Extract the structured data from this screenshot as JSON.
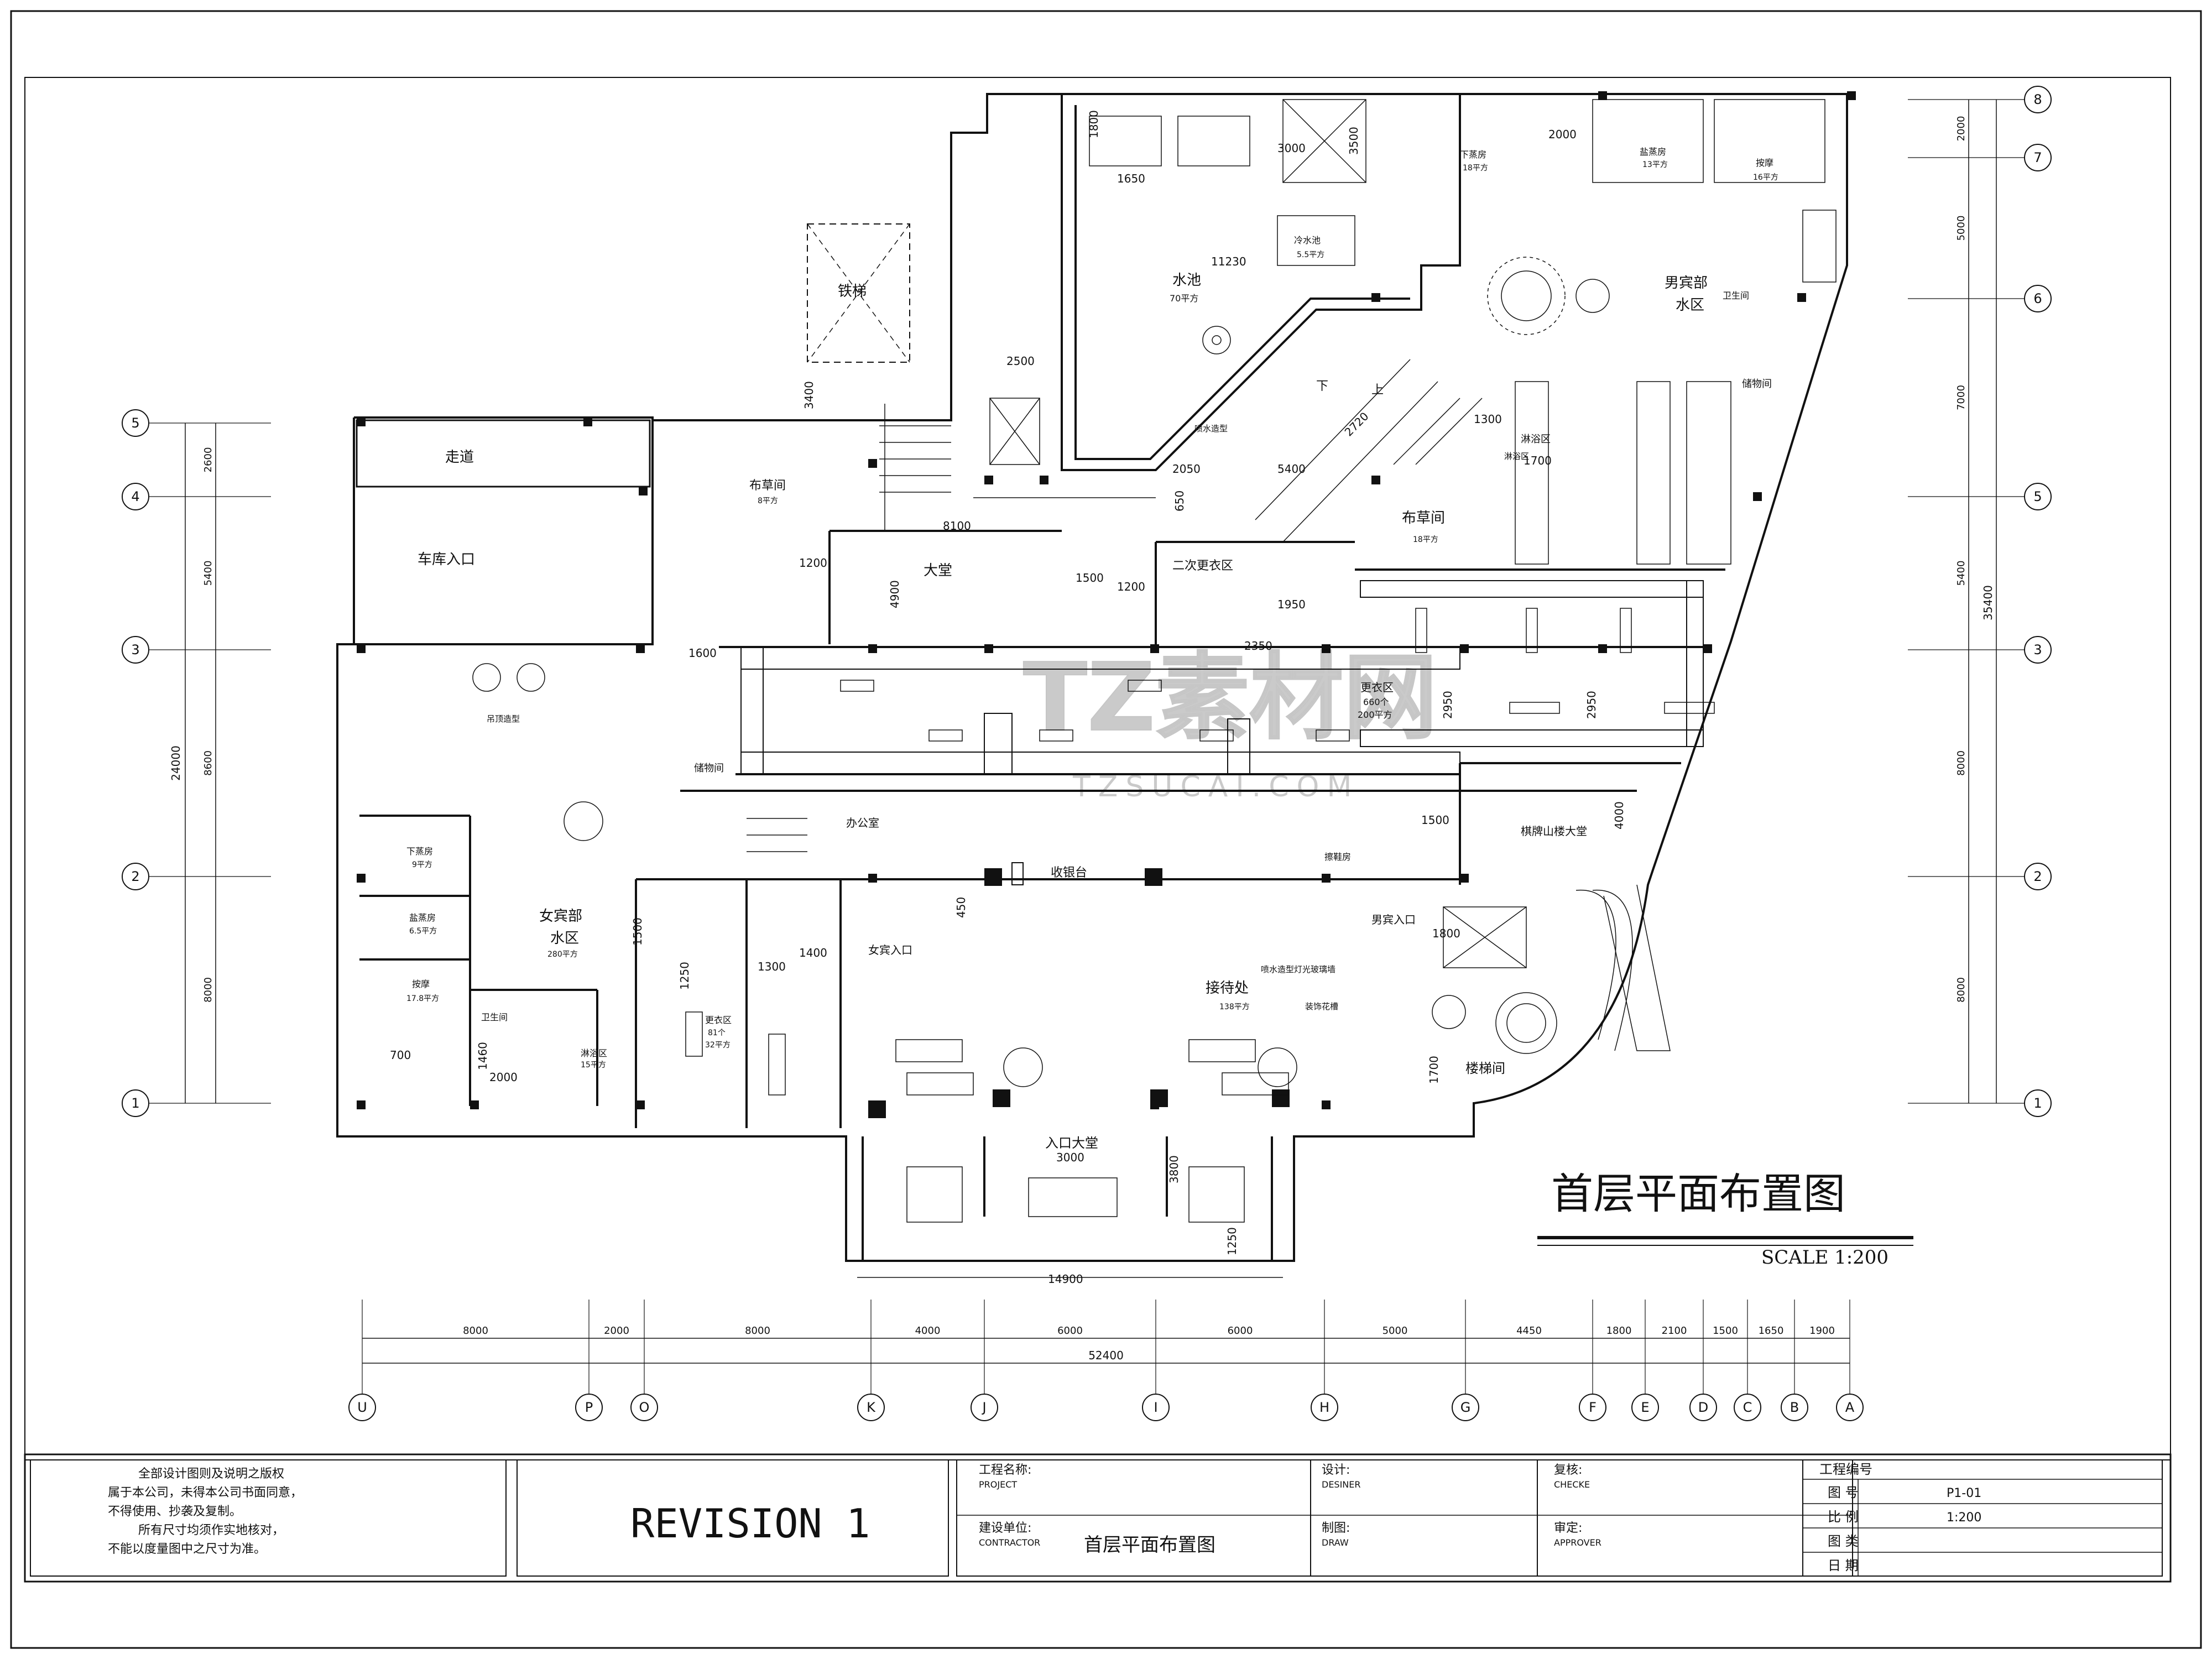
{
  "drawing": {
    "title": "首层平面布置图",
    "scale": "SCALE 1:200",
    "watermark_cn": "TZ素材网",
    "watermark_en": "TZSUCAI.COM"
  },
  "rooms": {
    "tieti": "铁梯",
    "zoudao": "走道",
    "cheku": "车库入口",
    "bucao1": "布草间",
    "bucao1_area": "8平方",
    "datang": "大堂",
    "shuichi": "水池",
    "shuichi_area": "70平方",
    "lengshui": "冷水池",
    "lengshui_area": "5.5平方",
    "erci": "二次更衣区",
    "nan_water": "男宾部",
    "nan_water2": "水区",
    "linyu": "淋浴区",
    "bucao2": "布草间",
    "bucao2_area": "18平方",
    "gengyi": "更衣区",
    "gengyi_count": "660个",
    "gengyi_area": "200平方",
    "xiazheng_r": "下蒸房",
    "xiazheng_r_area": "18平方",
    "yanzheng_r": "盐蒸房",
    "yanzheng_r_area": "13平方",
    "anmo_r": "按摩",
    "anmo_r_area": "16平方",
    "weisheng_r": "卫生间",
    "chuwu_r": "储物间",
    "louti_hall": "棋牌山楼大堂",
    "nv_water": "女宾部",
    "nv_water2": "水区",
    "nv_area": "280平方",
    "xiazheng_l": "下蒸房",
    "xiazheng_l_area": "9平方",
    "yanzheng_l": "盐蒸房",
    "yanzheng_l_area": "6.5平方",
    "anmo_l": "按摩",
    "anmo_l_area": "17.8平方",
    "weisheng_l": "卫生间",
    "linyu_l": "淋浴区",
    "linyu_l_area": "15平方",
    "gengyi_l": "更衣区",
    "gengyi_l_count": "81个",
    "gengyi_l_area": "32平方",
    "bangong": "办公室",
    "shouyin": "收银台",
    "chuwu_l": "储物间",
    "nv_entry": "女宾入口",
    "nan_entry": "男宾入口",
    "jiedai": "接待处",
    "jiedai_area": "138平方",
    "entry_hall": "入口大堂",
    "louti": "楼梯间",
    "xishou": "擦鞋房",
    "shang": "上",
    "xia": "下"
  },
  "notes": {
    "n1": "吊顶造型",
    "n2": "淋浴区",
    "n3": "喷水造型",
    "n4": "装饰花槽",
    "n5": "喷水造型灯光玻璃墙"
  },
  "dims": {
    "d1800": "1800",
    "d1650": "1650",
    "d11230": "11230",
    "d2500": "2500",
    "d3400": "3400",
    "d8100": "8100",
    "d2050": "2050",
    "d5400": "5400",
    "d2720": "2720",
    "d3000a": "3000",
    "d3500": "3500",
    "d2000": "2000",
    "d1300": "1300",
    "d1700": "1700",
    "d1200a": "1200",
    "d1950": "1950",
    "d2350": "2350",
    "d4900": "4900",
    "d1500a": "1500",
    "d1200b": "1200",
    "d650": "650",
    "d1600": "1600",
    "d2950a": "2950",
    "d2950b": "2950",
    "d4000": "4000",
    "d1500b": "1500",
    "d1500c": "1500",
    "d1400": "1400",
    "d1300b": "1300",
    "d450": "450",
    "d1250": "1250",
    "d3000b": "3000",
    "d3800": "3800",
    "d1250b": "1250",
    "d14900": "14900",
    "d700": "700",
    "d1460": "1460",
    "d2000b": "2000",
    "d1700b": "1700",
    "d1800b": "1800"
  },
  "bottom_axes": {
    "labels": [
      "U",
      "P",
      "O",
      "K",
      "J",
      "I",
      "H",
      "G",
      "F",
      "E",
      "D",
      "C",
      "B",
      "A"
    ],
    "spans": [
      "8000",
      "2000",
      "8000",
      "4000",
      "6000",
      "6000",
      "5000",
      "4450",
      "1800",
      "2100",
      "1500",
      "1650",
      "1900"
    ],
    "total": "52400"
  },
  "left_axes": {
    "labels": [
      "5",
      "4",
      "3",
      "2",
      "1"
    ],
    "spans": [
      "2600",
      "5400",
      "8600",
      "8000"
    ],
    "total": "24000"
  },
  "right_axes": {
    "labels": [
      "8",
      "7",
      "6",
      "5",
      "3",
      "2",
      "1"
    ],
    "spans": [
      "2000",
      "5000",
      "7000",
      "5400",
      "8000",
      "8000"
    ],
    "total": "35400"
  },
  "title_block": {
    "copyright": [
      "全部设计图则及说明之版权",
      "属于本公司，未得本公司书面同意，",
      "不得使用、抄袭及复制。",
      "所有尺寸均须作实地核对，",
      "不能以度量图中之尺寸为准。"
    ],
    "revision": "REVISION 1",
    "project_cn": "工程名称:",
    "project_en": "PROJECT",
    "contractor_cn": "建设单位:",
    "contractor_en": "CONTRACTOR",
    "drawing_name": "首层平面布置图",
    "design_cn": "设计:",
    "design_en": "DESINER",
    "draw_cn": "制图:",
    "draw_en": "DRAW",
    "check_cn": "复核:",
    "check_en": "CHECKE",
    "approve_cn": "审定:",
    "approve_en": "APPROVER",
    "proj_no": "工程编号",
    "rows": [
      {
        "label": "图 号",
        "value": "P1-01"
      },
      {
        "label": "比 例",
        "value": "1:200"
      },
      {
        "label": "图 类",
        "value": ""
      },
      {
        "label": "日 期",
        "value": ""
      }
    ]
  }
}
